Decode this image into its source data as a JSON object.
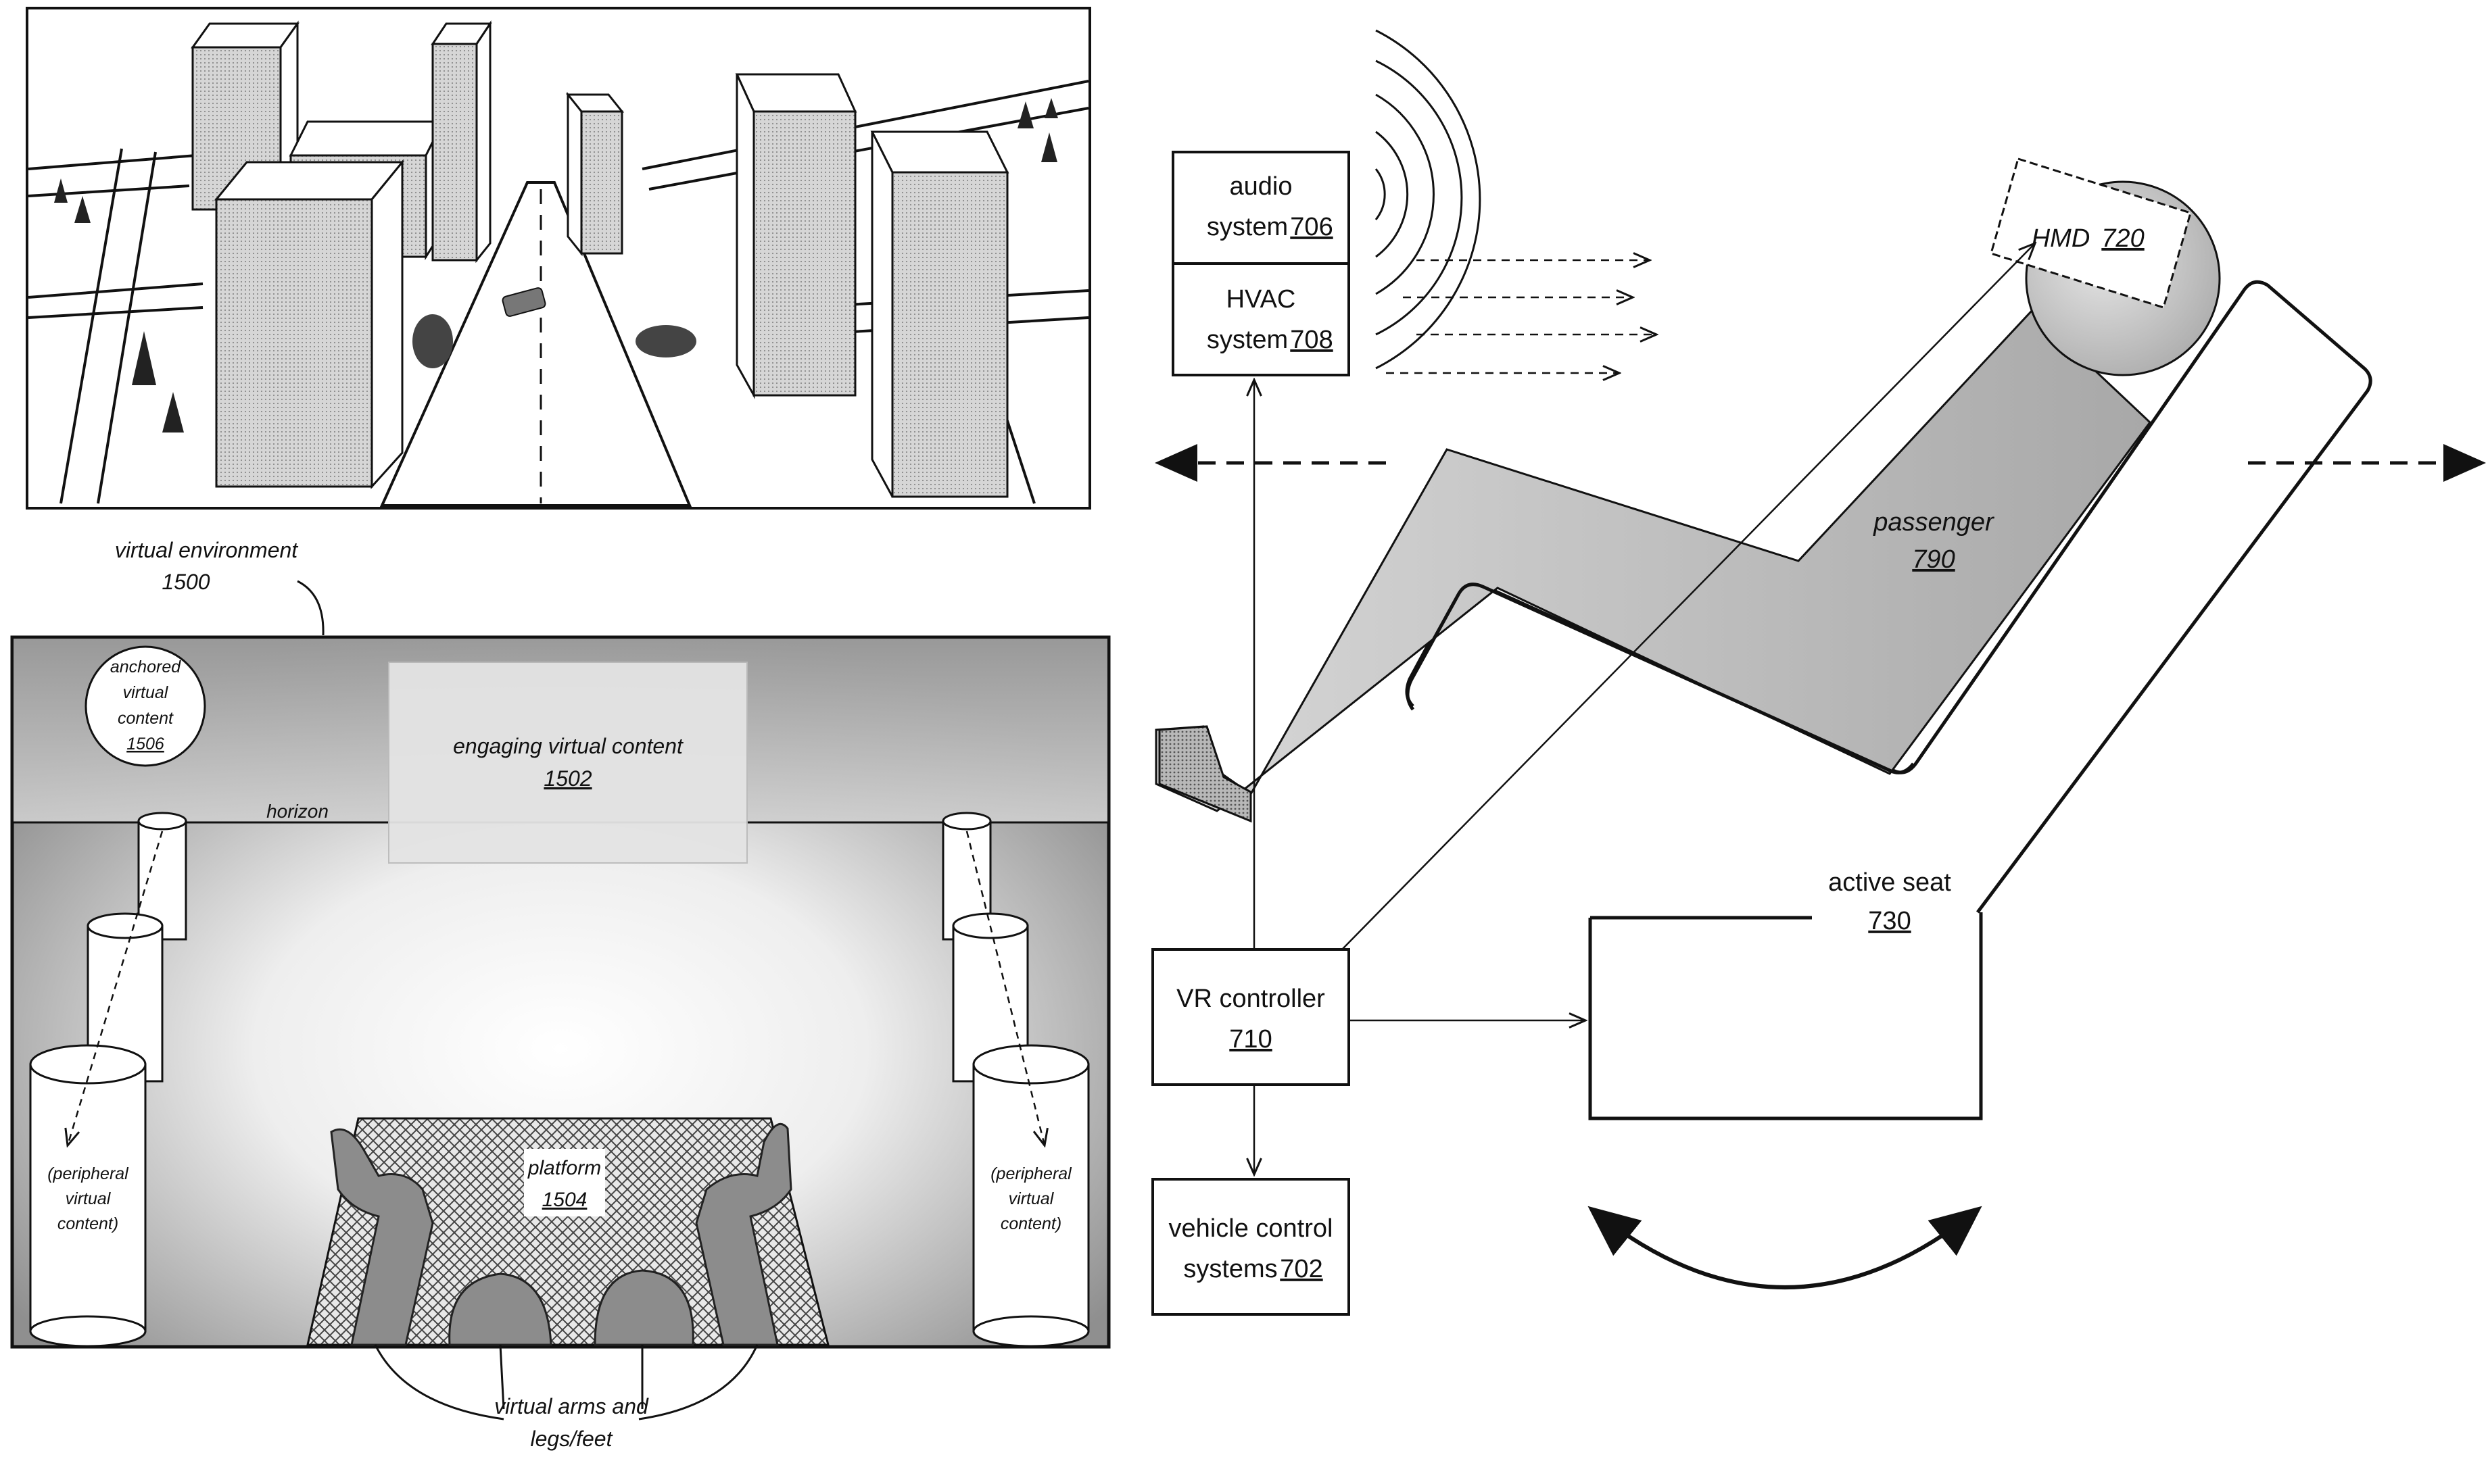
{
  "virtual_environment": {
    "label": "virtual environment",
    "number": "1500",
    "anchored": {
      "line1": "anchored",
      "line2": "virtual",
      "line3": "content",
      "number": "1506"
    },
    "engaging": {
      "label": "engaging virtual content",
      "number": "1502"
    },
    "horizon": "horizon",
    "platform": {
      "label": "platform",
      "number": "1504"
    },
    "peripheral_left": {
      "line1": "(peripheral",
      "line2": "virtual",
      "line3": "content)"
    },
    "peripheral_right": {
      "line1": "(peripheral",
      "line2": "virtual",
      "line3": "content)"
    },
    "arms": {
      "line1": "virtual arms and",
      "line2": "legs/feet"
    }
  },
  "vehicle": {
    "audio": {
      "line1": "audio",
      "line2": "system",
      "number": "706"
    },
    "hvac": {
      "line1": "HVAC",
      "line2": "system",
      "number": "708"
    },
    "hmd": {
      "label": "HMD",
      "number": "720"
    },
    "passenger": {
      "label": "passenger",
      "number": "790"
    },
    "active_seat": {
      "label": "active seat",
      "number": "730"
    },
    "vr_controller": {
      "label": "VR controller",
      "number": "710"
    },
    "vehicle_control": {
      "line1": "vehicle control",
      "line2": "systems",
      "number": "702"
    }
  }
}
